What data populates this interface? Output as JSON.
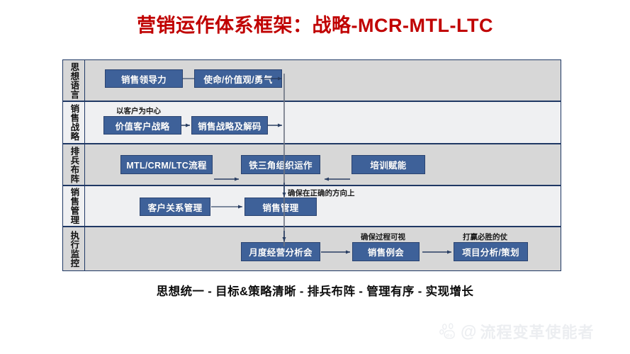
{
  "title": "营销运作体系框架：战略-MCR-MTL-LTC",
  "strapline": "思想统一 - 目标&策略清晰 - 排兵布阵 - 管理有序 - 实现增长",
  "colors": {
    "title_red": "#c00000",
    "box_blue": "#3e6199",
    "box_border": "#2a4370",
    "band_border": "#1f3864",
    "band_gray": "#d7d7d7",
    "band_light": "#eff0f2",
    "watermark_gray": "#eceef1"
  },
  "rows": [
    {
      "label": "思想语言",
      "boxes": [
        {
          "text": "销售领导力"
        },
        {
          "text": "使命/价值观/勇气"
        }
      ],
      "captions": []
    },
    {
      "label": "销售战略",
      "boxes": [
        {
          "text": "价值客户战略"
        },
        {
          "text": "销售战略及解码"
        }
      ],
      "captions": [
        {
          "text": "以客户为中心"
        }
      ]
    },
    {
      "label": "排兵布阵",
      "boxes": [
        {
          "text": "MTL/CRM/LTC流程"
        },
        {
          "text": "铁三角组织运作"
        },
        {
          "text": "培训赋能"
        }
      ],
      "captions": []
    },
    {
      "label": "销售管理",
      "boxes": [
        {
          "text": "客户关系管理"
        },
        {
          "text": "销售管理"
        }
      ],
      "captions": [
        {
          "text": "确保在正确的方向上"
        }
      ]
    },
    {
      "label": "执行监控",
      "boxes": [
        {
          "text": "月度经营分析会"
        },
        {
          "text": "销售例会"
        },
        {
          "text": "项目分析/策划"
        }
      ],
      "captions": [
        {
          "text": "确保过程可视"
        },
        {
          "text": "打赢必胜的仗"
        }
      ]
    }
  ],
  "watermark": {
    "icon": "baidu-paw-icon",
    "at": "@",
    "text": "流程变革使能者"
  }
}
